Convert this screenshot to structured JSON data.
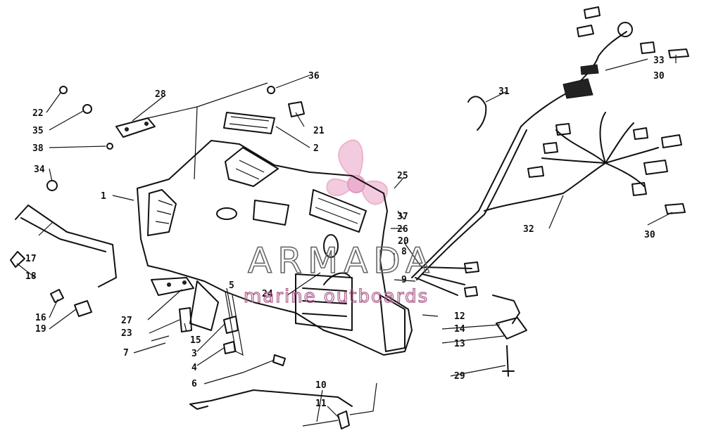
{
  "diagram": {
    "watermark": {
      "title": "ARMADA",
      "subtitle": "marine outboards",
      "logo_color": "#e8a8c8",
      "text_color": "#6b6b6b",
      "sub_color": "#b05a90"
    },
    "callouts": [
      {
        "id": "c1",
        "text": "1"
      },
      {
        "id": "c2",
        "text": "2"
      },
      {
        "id": "c3",
        "text": "3"
      },
      {
        "id": "c4",
        "text": "4"
      },
      {
        "id": "c5",
        "text": "5"
      },
      {
        "id": "c6",
        "text": "6"
      },
      {
        "id": "c7",
        "text": "7"
      },
      {
        "id": "c8",
        "text": "8"
      },
      {
        "id": "c9",
        "text": "9"
      },
      {
        "id": "c10",
        "text": "10"
      },
      {
        "id": "c11",
        "text": "11"
      },
      {
        "id": "c12",
        "text": "12"
      },
      {
        "id": "c13",
        "text": "13"
      },
      {
        "id": "c14",
        "text": "14"
      },
      {
        "id": "c15",
        "text": "15"
      },
      {
        "id": "c16",
        "text": "16"
      },
      {
        "id": "c17",
        "text": "17"
      },
      {
        "id": "c18",
        "text": "18"
      },
      {
        "id": "c19",
        "text": "19"
      },
      {
        "id": "c20",
        "text": "20"
      },
      {
        "id": "c21",
        "text": "21"
      },
      {
        "id": "c22",
        "text": "22"
      },
      {
        "id": "c23",
        "text": "23"
      },
      {
        "id": "c24",
        "text": "24"
      },
      {
        "id": "c25",
        "text": "25"
      },
      {
        "id": "c26",
        "text": "26"
      },
      {
        "id": "c27",
        "text": "27"
      },
      {
        "id": "c28",
        "text": "28"
      },
      {
        "id": "c29",
        "text": "29"
      },
      {
        "id": "c30a",
        "text": "30"
      },
      {
        "id": "c30b",
        "text": "30"
      },
      {
        "id": "c31",
        "text": "31"
      },
      {
        "id": "c32",
        "text": "32"
      },
      {
        "id": "c33",
        "text": "33"
      },
      {
        "id": "c34",
        "text": "34"
      },
      {
        "id": "c35",
        "text": "35"
      },
      {
        "id": "c36",
        "text": "36"
      },
      {
        "id": "c37",
        "text": "37"
      },
      {
        "id": "c38",
        "text": "38"
      }
    ]
  }
}
